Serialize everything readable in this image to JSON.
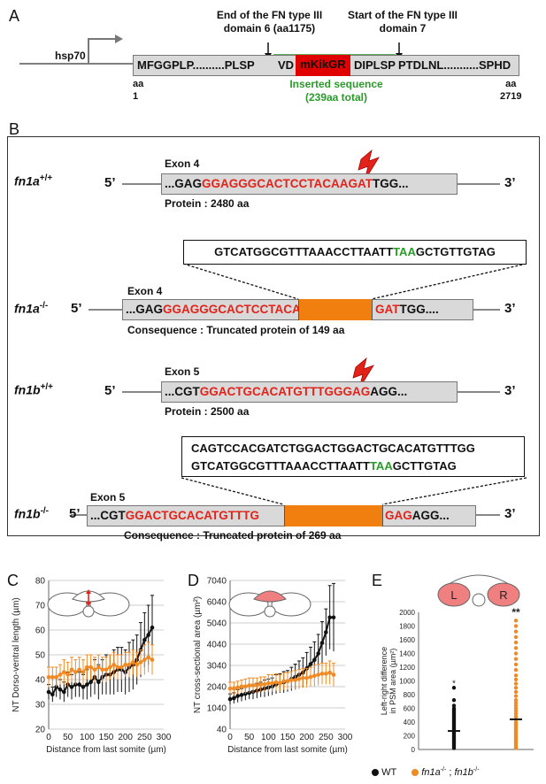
{
  "panelA": {
    "label": "A",
    "promoter": "hsp70",
    "annot_left": "End of the FN type III\ndomain 6 (aa1175)",
    "annot_left_l1": "End of the FN type III",
    "annot_left_l2": "domain 6 (aa1175)",
    "annot_right_l1": "Start of the FN type III",
    "annot_right_l2": "domain 7",
    "seq_left": "MFGGPLP..........PLSP",
    "seq_vd": "VD",
    "insert_label": "mKikGR",
    "seq_dip": "DIPLSP",
    "seq_right": "PTDLNL...........SPHD",
    "aa_start_l1": "aa",
    "aa_start_l2": "1",
    "aa_end_l1": "aa",
    "aa_end_l2": "2719",
    "inserted_l1": "Inserted sequence",
    "inserted_l2": "(239aa total)"
  },
  "panelB": {
    "label": "B",
    "fn1a_wt": {
      "genotype": "fn1a",
      "sup": "+/+",
      "exon": "Exon 4",
      "five": "5’",
      "three": "3’",
      "seq_black1": "...GAG",
      "seq_red": "GGAGGGCACTCCTACAAGAT",
      "seq_black2": "TGG...",
      "protein": "Protein : 2480 aa"
    },
    "fn1a_insert": {
      "seq1": "GTCATGGCGTTTAAACCTTAATT",
      "stop": "TAA",
      "seq2": "GCTGTTGTAG"
    },
    "fn1a_mut": {
      "genotype": "fn1a",
      "sup": "-/-",
      "exon": "Exon 4",
      "five": "5’",
      "three": "3’",
      "seq_black1": "...GAG",
      "seq_red": "GGAGGGCACTCCTACAA",
      "seq_red2": "GAT",
      "seq_black2": "TGG....",
      "consequence": "Consequence : Truncated protein of 149 aa"
    },
    "fn1b_wt": {
      "genotype": "fn1b",
      "sup": "+/+",
      "exon": "Exon 5",
      "five": "5’",
      "three": "3’",
      "seq_black1": "...CGT",
      "seq_red": "GGACTGCACATGTTTGGGAG",
      "seq_black2": "AGG...",
      "protein": "Protein : 2500 aa"
    },
    "fn1b_insert": {
      "line1": "CAGTCCACGATCTGGACTGGACTGCACATGTTTGG",
      "seq1": "GTCATGGCGTTTAAACCTTAATT",
      "stop": "TAA",
      "seq2": "GCTTGTAG"
    },
    "fn1b_mut": {
      "genotype": "fn1b",
      "sup": "-/-",
      "exon": "Exon 5",
      "five": "5’",
      "three": "3’",
      "seq_black1": "...CGT",
      "seq_red": "GGACTGCACATGTTTG",
      "seq_red2": "GAG",
      "seq_black2": "AGG...",
      "consequence": "Consequence : Truncated protein of 269 aa"
    }
  },
  "panelC_label": "C",
  "panelD_label": "D",
  "panelE_label": "E",
  "panelE_L": "L",
  "panelE_R": "R",
  "panelE_sig": "**",
  "panelE_star": "*",
  "legend": {
    "wt": "WT",
    "mut_a": "fn1a",
    "mut_a_sup": "-/-",
    "sep": " ; ",
    "mut_b": "fn1b",
    "mut_b_sup": "-/-"
  },
  "colors": {
    "wt": "#111111",
    "mutant": "#f08a24",
    "red": "#e2231a",
    "green": "#2a9a2a",
    "insert_orange": "#f07f10",
    "mkikgr_red": "#e00000"
  },
  "chart_data": [
    {
      "type": "line",
      "panel": "C",
      "xlabel": "Distance from last somite (µm)",
      "ylabel": "NT Dorso-ventral length (µm)",
      "xlim": [
        0,
        300
      ],
      "ylim": [
        20,
        80
      ],
      "xticks": [
        0,
        50,
        100,
        150,
        200,
        250,
        300
      ],
      "yticks": [
        20,
        30,
        40,
        50,
        60,
        70,
        80
      ],
      "series": [
        {
          "color": "#111111",
          "x": [
            0,
            10,
            20,
            30,
            40,
            50,
            60,
            70,
            80,
            90,
            100,
            110,
            120,
            130,
            140,
            150,
            160,
            170,
            180,
            190,
            200,
            210,
            220,
            230,
            240,
            250,
            260,
            270
          ],
          "y": [
            35,
            34,
            37,
            36,
            35,
            38,
            37,
            38,
            38,
            37,
            38,
            39,
            41,
            39,
            41,
            42,
            42,
            43,
            44,
            44,
            43,
            45,
            46,
            48,
            52,
            56,
            58,
            61
          ],
          "err": [
            3,
            3,
            4,
            4,
            4,
            5,
            5,
            5,
            5,
            5,
            6,
            6,
            7,
            7,
            7,
            8,
            8,
            9,
            9,
            9,
            9,
            10,
            10,
            10,
            11,
            11,
            12,
            13
          ]
        },
        {
          "color": "#f08a24",
          "x": [
            0,
            10,
            20,
            30,
            40,
            50,
            60,
            70,
            80,
            90,
            100,
            110,
            120,
            130,
            140,
            150,
            160,
            170,
            180,
            190,
            200,
            210,
            220,
            230,
            240,
            250,
            260,
            270
          ],
          "y": [
            41,
            41,
            41,
            42,
            43,
            42,
            44,
            43,
            44,
            43,
            45,
            45,
            44,
            45,
            44,
            44,
            45,
            46,
            45,
            45,
            46,
            46,
            47,
            46,
            47,
            48,
            49,
            48
          ],
          "err": [
            4,
            4,
            4,
            4,
            5,
            5,
            5,
            5,
            5,
            5,
            5,
            5,
            5,
            5,
            5,
            5,
            5,
            5,
            5,
            5,
            5,
            5,
            5,
            5,
            5,
            6,
            6,
            6
          ]
        }
      ]
    },
    {
      "type": "line",
      "panel": "D",
      "xlabel": "Distance from last somite (µm)",
      "ylabel": "NT cross-sectional area (µm²)",
      "xlim": [
        0,
        300
      ],
      "ylim": [
        40,
        7040
      ],
      "xticks": [
        0,
        50,
        100,
        150,
        200,
        250,
        300
      ],
      "yticks": [
        40,
        1040,
        2040,
        3040,
        4040,
        5040,
        6040,
        7040
      ],
      "series": [
        {
          "color": "#111111",
          "x": [
            0,
            10,
            20,
            30,
            40,
            50,
            60,
            70,
            80,
            90,
            100,
            110,
            120,
            130,
            140,
            150,
            160,
            170,
            180,
            190,
            200,
            210,
            220,
            230,
            240,
            250,
            260,
            270
          ],
          "y": [
            1450,
            1500,
            1600,
            1650,
            1700,
            1750,
            1800,
            1850,
            1900,
            1950,
            2000,
            2050,
            2150,
            2200,
            2250,
            2300,
            2400,
            2500,
            2600,
            2700,
            2900,
            3100,
            3300,
            3600,
            4100,
            4600,
            5300,
            5300
          ],
          "err": [
            250,
            250,
            300,
            300,
            300,
            300,
            350,
            350,
            350,
            400,
            400,
            400,
            450,
            450,
            500,
            500,
            550,
            600,
            650,
            700,
            750,
            800,
            850,
            900,
            1000,
            1100,
            1500,
            1600
          ]
        },
        {
          "color": "#f08a24",
          "x": [
            0,
            10,
            20,
            30,
            40,
            50,
            60,
            70,
            80,
            90,
            100,
            110,
            120,
            130,
            140,
            150,
            160,
            170,
            180,
            190,
            200,
            210,
            220,
            230,
            240,
            250,
            260,
            270
          ],
          "y": [
            1950,
            1950,
            2000,
            2050,
            2050,
            2100,
            2100,
            2100,
            2150,
            2150,
            2200,
            2200,
            2250,
            2200,
            2300,
            2300,
            2350,
            2350,
            2400,
            2450,
            2450,
            2500,
            2550,
            2600,
            2650,
            2650,
            2700,
            2600
          ],
          "err": [
            300,
            300,
            300,
            300,
            350,
            350,
            350,
            350,
            350,
            350,
            400,
            400,
            400,
            400,
            400,
            400,
            400,
            450,
            450,
            450,
            450,
            450,
            500,
            500,
            500,
            500,
            550,
            550
          ]
        }
      ]
    },
    {
      "type": "scatter",
      "panel": "E",
      "ylabel": "Left-right difference in PSM area (µm²)",
      "ylim": [
        0,
        2000
      ],
      "yticks": [
        0,
        200,
        400,
        600,
        800,
        1000,
        1200,
        1400,
        1600,
        1800,
        2000
      ],
      "groups": [
        {
          "name": "WT",
          "color": "#111111",
          "mean": 270,
          "values": [
            20,
            40,
            60,
            80,
            100,
            120,
            140,
            160,
            180,
            200,
            220,
            240,
            260,
            280,
            300,
            320,
            340,
            360,
            380,
            400,
            420,
            440,
            460,
            480,
            500,
            520,
            540,
            560,
            580,
            600,
            640,
            720,
            900
          ]
        },
        {
          "name": "fn1a-/- ; fn1b-/-",
          "color": "#f08a24",
          "mean": 440,
          "values": [
            20,
            40,
            60,
            80,
            100,
            120,
            140,
            160,
            180,
            200,
            220,
            240,
            260,
            280,
            300,
            320,
            340,
            360,
            380,
            400,
            440,
            480,
            520,
            560,
            600,
            640,
            680,
            720,
            780,
            840,
            900,
            960,
            1020,
            1080,
            1160,
            1240,
            1320,
            1400,
            1480,
            1560,
            1640,
            1720,
            1800,
            1880
          ]
        }
      ]
    }
  ]
}
